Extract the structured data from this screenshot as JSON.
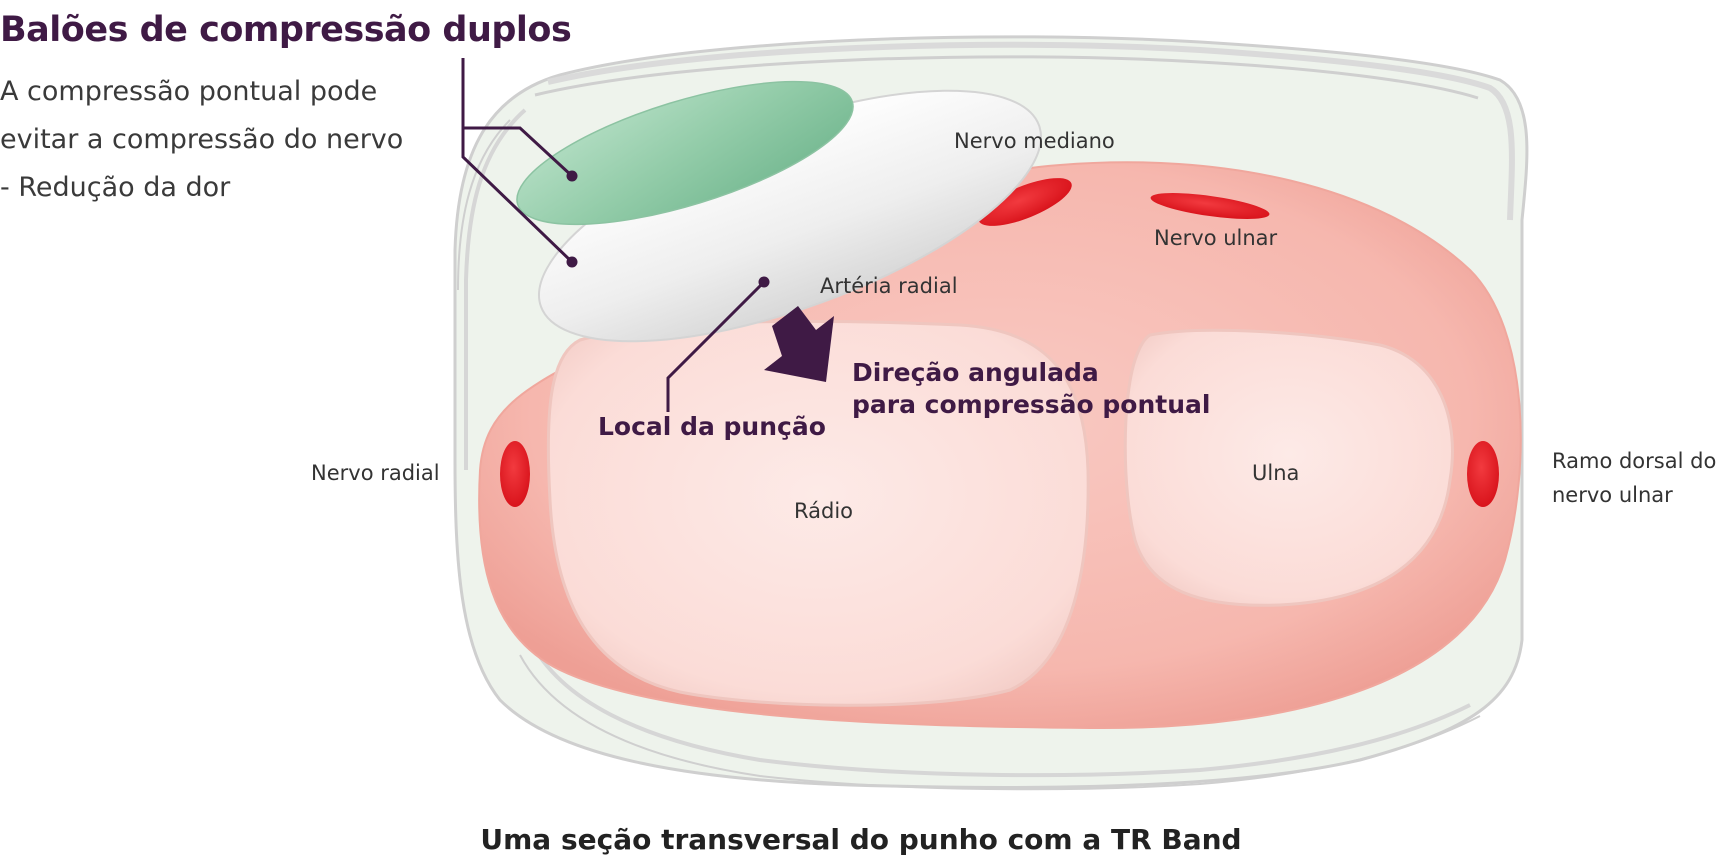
{
  "header": {
    "title": "Balões de compressão duplos",
    "lines": [
      "A compressão pontual pode",
      "evitar a compressão do nervo",
      "- Redução da dor"
    ]
  },
  "labels": {
    "nervo_mediano": "Nervo mediano",
    "nervo_ulnar": "Nervo ulnar",
    "arteria_radial": "Artéria radial",
    "nervo_radial": "Nervo radial",
    "radio": "Rádio",
    "ulna": "Ulna",
    "ramo_dorsal_1": "Ramo dorsal do",
    "ramo_dorsal_2": "nervo ulnar"
  },
  "callouts": {
    "direcao_1": "Direção angulada",
    "direcao_2": "para compressão pontual",
    "puncao": "Local da punção"
  },
  "caption": "Uma seção transversal do punho com a TR Band",
  "colors": {
    "accent": "#3f1a45",
    "artery": "#e8242b",
    "tissue": "#f6b9b1",
    "bone": "#fde2df",
    "balloon_green": "#8fcaa8",
    "balloon_white": "#eeeeee",
    "band_tint": "#eef3ec"
  }
}
